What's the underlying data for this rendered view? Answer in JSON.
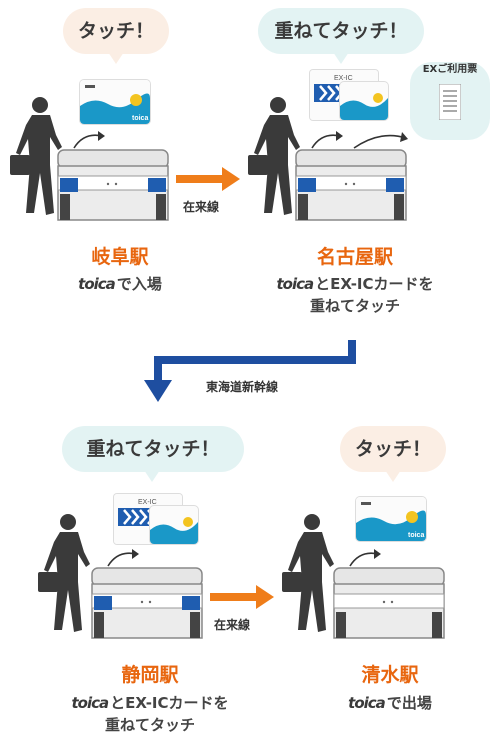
{
  "steps": [
    {
      "bubble": "タッチ！",
      "station": "岐阜駅",
      "desc_lines": [
        "で入場"
      ],
      "desc_prefix": "toica"
    },
    {
      "bubble": "重ねてタッチ！",
      "station": "名古屋駅",
      "desc_lines": [
        "とEX-ICカードを",
        "重ねてタッチ"
      ],
      "desc_prefix": "toica",
      "ticket_label": "EXご利用票"
    },
    {
      "bubble": "重ねてタッチ！",
      "station": "静岡駅",
      "desc_lines": [
        "とEX-ICカードを",
        "重ねてタッチ"
      ],
      "desc_prefix": "toica"
    },
    {
      "bubble": "タッチ！",
      "station": "清水駅",
      "desc_lines": [
        "で出場"
      ],
      "desc_prefix": "toica"
    }
  ],
  "routes": {
    "line1": "在来線",
    "shinkansen": "東海道新幹線",
    "line2": "在来線"
  },
  "card": {
    "ex_label": "EX-IC",
    "toica_logo": "toica"
  },
  "colors": {
    "accent": "#e8660f",
    "arrow_orange": "#ef7d1a",
    "arrow_blue": "#1e4ea0",
    "gate_blue": "#1f5db0"
  }
}
